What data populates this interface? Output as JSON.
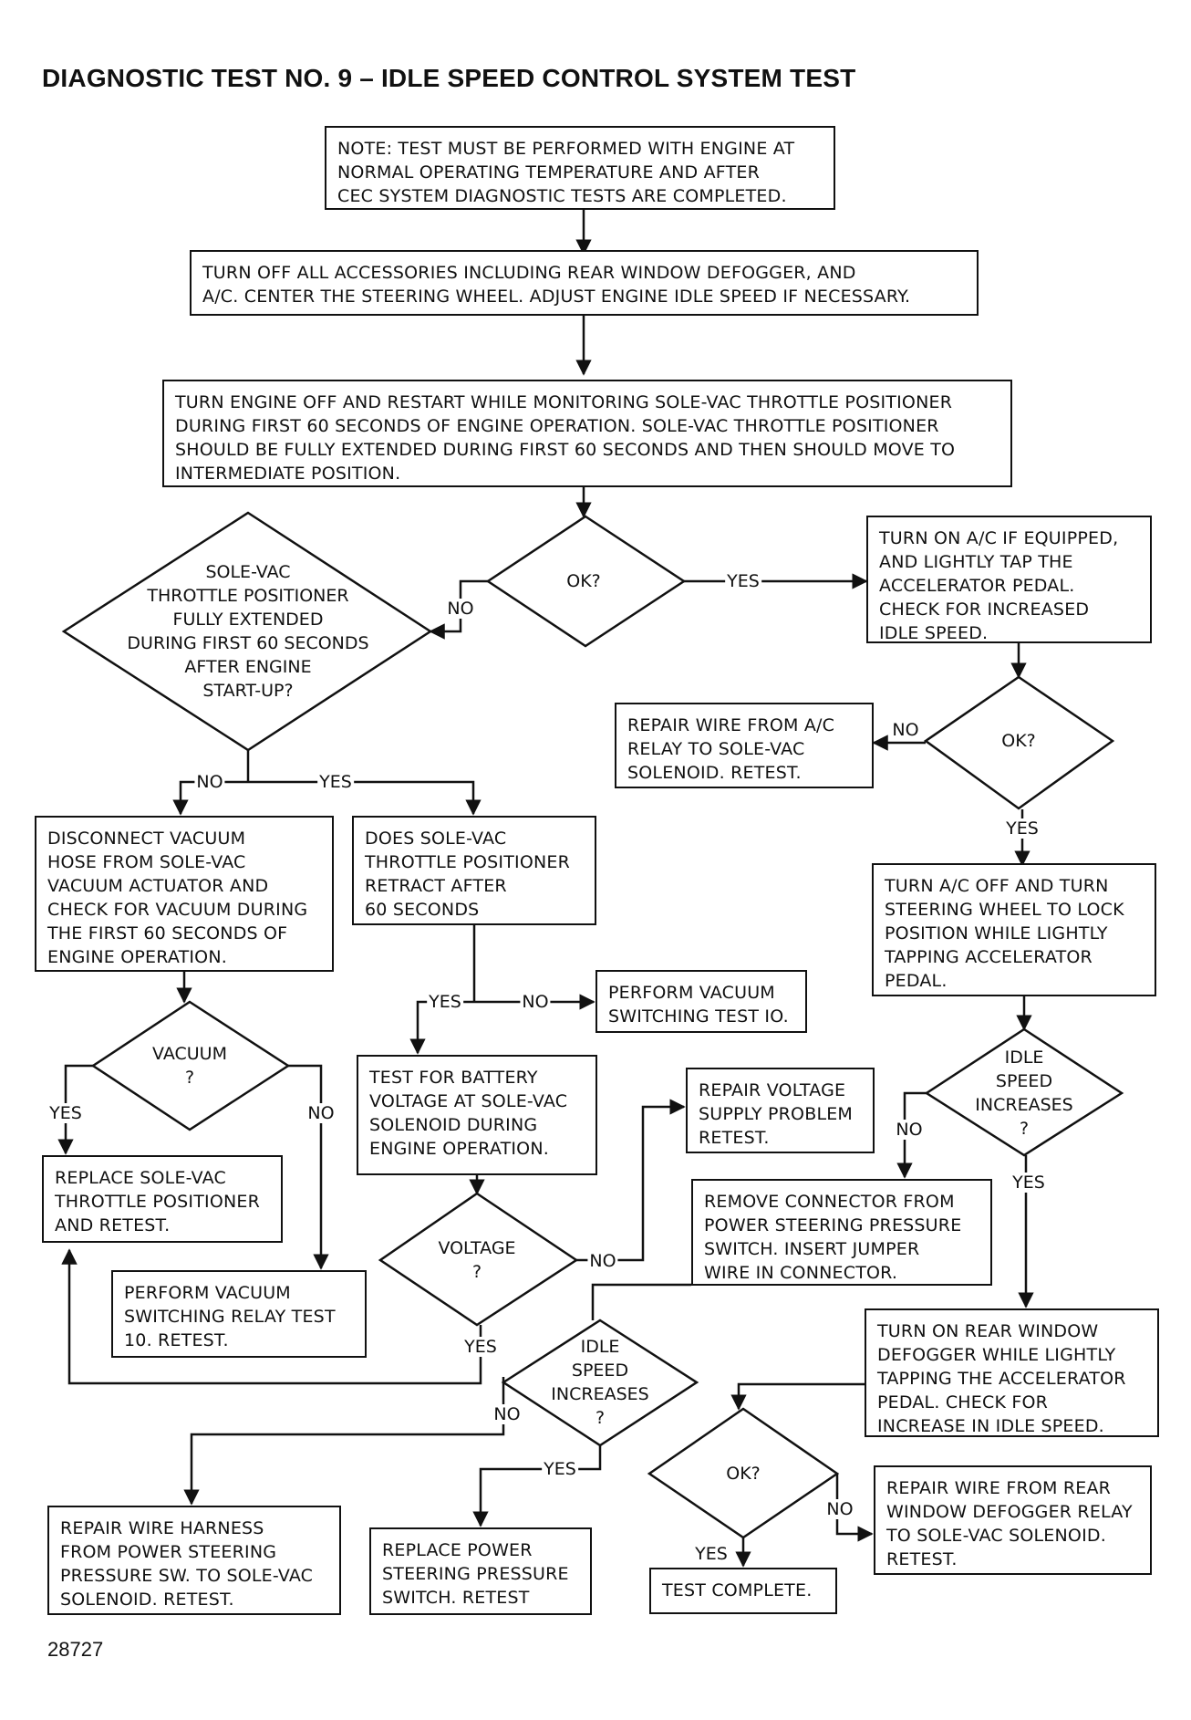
{
  "title": "DIAGNOSTIC TEST NO. 9 – IDLE SPEED CONTROL SYSTEM TEST",
  "figure_number": "28727",
  "boxes": {
    "note": "NOTE: TEST MUST BE PERFORMED WITH ENGINE AT\nNORMAL OPERATING TEMPERATURE AND AFTER\nCEC SYSTEM DIAGNOSTIC TESTS ARE COMPLETED.",
    "accessories": "TURN OFF ALL ACCESSORIES INCLUDING REAR WINDOW DEFOGGER, AND\nA/C. CENTER THE STEERING WHEEL. ADJUST ENGINE IDLE SPEED IF NECESSARY.",
    "restart": "TURN ENGINE OFF AND RESTART WHILE MONITORING SOLE-VAC THROTTLE POSITIONER\nDURING FIRST 60 SECONDS OF ENGINE OPERATION. SOLE-VAC THROTTLE POSITIONER\nSHOULD BE FULLY EXTENDED DURING FIRST 60 SECONDS AND THEN SHOULD MOVE TO\nINTERMEDIATE POSITION.",
    "ac_on": "TURN ON A/C IF EQUIPPED,\nAND LIGHTLY TAP THE\nACCELERATOR PEDAL.\nCHECK FOR INCREASED\nIDLE SPEED.",
    "repair_ac_relay": "REPAIR WIRE FROM A/C\nRELAY TO SOLE-VAC\nSOLENOID. RETEST.",
    "ac_off": "TURN A/C OFF AND TURN\nSTEERING WHEEL TO LOCK\nPOSITION WHILE LIGHTLY\nTAPPING ACCELERATOR\nPEDAL.",
    "disconnect_vacuum": "DISCONNECT VACUUM\nHOSE FROM SOLE-VAC\nVACUUM ACTUATOR AND\nCHECK FOR VACUUM DURING\nTHE FIRST 60 SECONDS OF\nENGINE OPERATION.",
    "does_retract": "DOES SOLE-VAC\nTHROTTLE POSITIONER\nRETRACT AFTER\n60 SECONDS",
    "perform_vacuum_10": "PERFORM VACUUM\nSWITCHING TEST IO.",
    "test_battery": "TEST FOR BATTERY\nVOLTAGE AT SOLE-VAC\nSOLENOID DURING\nENGINE OPERATION.",
    "repair_voltage": "REPAIR VOLTAGE\nSUPPLY PROBLEM\nRETEST.",
    "replace_positioner": "REPLACE SOLE-VAC\nTHROTTLE POSITIONER\nAND RETEST.",
    "perform_relay_test": "PERFORM VACUUM\nSWITCHING RELAY TEST\n10. RETEST.",
    "remove_connector": "REMOVE CONNECTOR FROM\nPOWER STEERING PRESSURE\nSWITCH. INSERT JUMPER\nWIRE IN CONNECTOR.",
    "rear_defogger": "TURN ON REAR WINDOW\nDEFOGGER WHILE LIGHTLY\nTAPPING THE ACCELERATOR\nPEDAL. CHECK FOR\nINCREASE IN IDLE SPEED.",
    "repair_harness": "REPAIR WIRE HARNESS\nFROM POWER STEERING\nPRESSURE SW. TO SOLE-VAC\nSOLENOID. RETEST.",
    "replace_ps_switch": "REPLACE POWER\nSTEERING PRESSURE\nSWITCH. RETEST",
    "test_complete": "TEST COMPLETE.",
    "repair_defogger_relay": "REPAIR WIRE FROM REAR\nWINDOW DEFOGGER RELAY\nTO SOLE-VAC SOLENOID.\nRETEST."
  },
  "diamonds": {
    "ok1": "OK?",
    "fully_extended": "SOLE-VAC\nTHROTTLE POSITIONER\nFULLY EXTENDED\nDURING FIRST 60 SECONDS\nAFTER ENGINE\nSTART-UP?",
    "ok2": "OK?",
    "vacuum": "VACUUM\n?",
    "idle1": "IDLE\nSPEED\nINCREASES\n?",
    "voltage": "VOLTAGE\n?",
    "idle2": "IDLE\nSPEED\nINCREASES\n?",
    "ok3": "OK?"
  },
  "labels": {
    "yes": "YES",
    "no": "NO"
  }
}
